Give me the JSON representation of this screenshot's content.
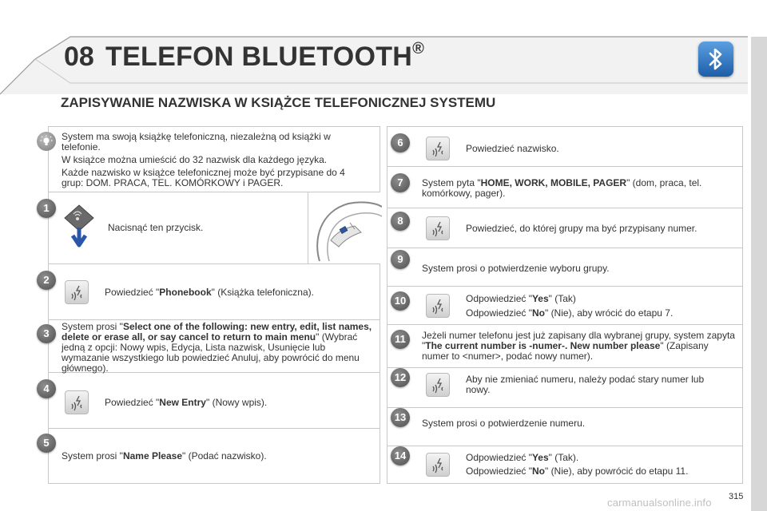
{
  "header": {
    "chapter_number": "08",
    "title": "TELEFON BLUETOOTH",
    "title_mark": "®",
    "icon": "bluetooth-icon"
  },
  "section_title": "ZAPISYWANIE NAZWISKA W KSIĄŻCE TELEFONICZNEJ SYSTEMU",
  "intro": {
    "icon": "light-bulb-icon",
    "p1": "System ma swoją książkę telefoniczną, niezależną od książki w telefonie.",
    "p2": "W książce można umieścić do 32 nazwisk dla każdego języka.",
    "p3": "Każde nazwisko w książce telefonicznej może być przypisane do 4 grup: DOM. PRACA, TEL. KOMÓRKOWY i PAGER."
  },
  "steps_left": [
    {
      "num": "1",
      "text": "Nacisnąć ten przycisk.",
      "icon": "push-to-talk-button-icon"
    },
    {
      "num": "2",
      "pre": "Powiedzieć \"",
      "bold": "Phonebook",
      "post": "\" (Książka telefoniczna).",
      "icon": "voice-command-icon"
    },
    {
      "num": "3",
      "pre": "System prosi \"",
      "bold": "Select one of the following: new entry, edit, list names, delete or erase all, or say cancel to return to main menu",
      "post": "\" (Wybrać jedną z opcji: Nowy wpis, Edycja, Lista nazwisk, Usunięcie lub wymazanie wszystkiego lub powiedzieć Anuluj, aby powrócić do menu głównego)."
    },
    {
      "num": "4",
      "pre": "Powiedzieć \"",
      "bold": "New Entry",
      "post": "\" (Nowy wpis).",
      "icon": "voice-command-icon"
    },
    {
      "num": "5",
      "pre": "System prosi \"",
      "bold": "Name Please",
      "post": "\" (Podać nazwisko)."
    }
  ],
  "steps_right": [
    {
      "num": "6",
      "text": "Powiedzieć nazwisko.",
      "icon": "voice-command-icon"
    },
    {
      "num": "7",
      "pre": "System pyta \"",
      "bold": "HOME, WORK, MOBILE, PAGER",
      "post": "\" (dom, praca, tel. komórkowy, pager)."
    },
    {
      "num": "8",
      "text": "Powiedzieć, do której grupy ma być przypisany numer.",
      "icon": "voice-command-icon"
    },
    {
      "num": "9",
      "text": "System prosi o potwierdzenie wyboru grupy."
    },
    {
      "num": "10",
      "line1_pre": "Odpowiedzieć \"",
      "line1_bold": "Yes",
      "line1_post": "\" (Tak)",
      "line2_pre": "Odpowiedzieć \"",
      "line2_bold": "No",
      "line2_post": "\" (Nie), aby wrócić do etapu 7.",
      "icon": "voice-command-icon"
    },
    {
      "num": "11",
      "pre": "Jeżeli numer telefonu jest już zapisany dla wybranej grupy, system zapyta \"",
      "bold": "The current number is -numer-. New number please",
      "post": "\" (Zapisany numer to <numer>, podać nowy numer)."
    },
    {
      "num": "12",
      "text": "Aby nie zmieniać numeru, należy podać stary numer lub nowy.",
      "icon": "voice-command-icon"
    },
    {
      "num": "13",
      "text": "System prosi o potwierdzenie numeru."
    },
    {
      "num": "14",
      "line1_pre": "Odpowiedzieć \"",
      "line1_bold": "Yes",
      "line1_post": "\" (Tak).",
      "line2_pre": "Odpowiedzieć \"",
      "line2_bold": "No",
      "line2_post": "\" (Nie), aby powrócić do etapu 11.",
      "icon": "voice-command-icon"
    }
  ],
  "footer": {
    "page_number": "315",
    "watermark": "carmanualsonline.info"
  },
  "colors": {
    "badge": "#5a5a5a",
    "bluetooth": "#2a6fc0",
    "border": "#c8c8c8"
  }
}
